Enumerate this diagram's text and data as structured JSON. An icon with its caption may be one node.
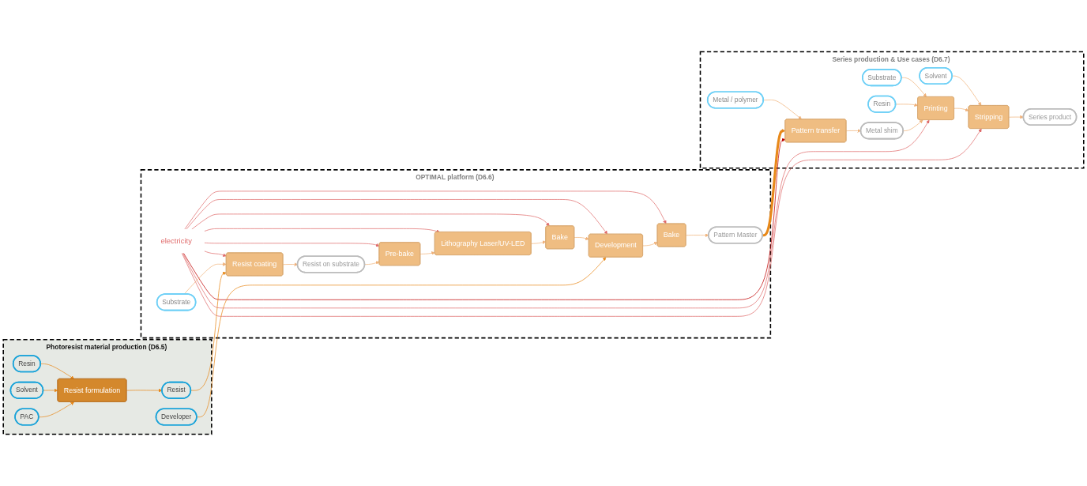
{
  "diagram": {
    "nodes": [
      {
        "text": [
          "Series production & Use cases (D6.7)"
        ]
      },
      {
        "text": [
          "Solvent"
        ],
        "in": 0
      },
      {
        "text": [
          "Substrate"
        ],
        "in": 0
      },
      {
        "text": [
          "Resin"
        ],
        "in": 0
      },
      {
        "text": [
          "Metal / polymer"
        ],
        "in": 0
      },
      {
        "text": [
          "Series product"
        ],
        "in": 0
      },
      {
        "text": [
          "Stripping"
        ],
        "in": 0
      },
      {
        "text": [
          "Printing"
        ],
        "in": 0
      },
      {
        "text": [
          "Metal shim"
        ],
        "in": 0
      },
      {
        "text": [
          "Pattern transfer"
        ],
        "in": 0
      },
      {
        "text": [
          "OPTIMAL platform (D6.6)"
        ]
      },
      {
        "text": [
          "electricity"
        ],
        "in": 10
      },
      {
        "text": [
          "Substrate"
        ],
        "in": 10
      },
      {
        "text": [
          "Resist coating"
        ],
        "in": 10
      },
      {
        "text": [
          "Resist on substrate"
        ],
        "in": 10
      },
      {
        "text": [
          "Pre-bake"
        ],
        "in": 10
      },
      {
        "text": [
          "Lithography Laser/UV-LED"
        ],
        "in": 10
      },
      {
        "text": [
          "Bake"
        ],
        "in": 10
      },
      {
        "text": [
          "Development"
        ],
        "in": 10
      },
      {
        "text": [
          "Bake"
        ],
        "in": 10
      },
      {
        "text": [
          "Pattern Master"
        ],
        "in": 10
      },
      {
        "text": [
          "Photoresist material production (D6.5)"
        ]
      },
      {
        "text": [
          "Resist"
        ],
        "in": 21
      },
      {
        "text": [
          "Resist formulation"
        ],
        "in": 21
      },
      {
        "text": [
          "Resin"
        ],
        "in": 21
      },
      {
        "text": [
          "Solvent"
        ],
        "in": 21
      },
      {
        "text": [
          "PAC"
        ],
        "in": 21
      },
      {
        "text": [
          "Developer"
        ],
        "in": 21
      }
    ],
    "edges": [
      {
        "from": 1,
        "to": 6,
        "arrow": "to"
      },
      {
        "from": 2,
        "to": 7,
        "arrow": "to"
      },
      {
        "from": 3,
        "to": 7,
        "arrow": "to"
      },
      {
        "from": 4,
        "to": 9,
        "arrow": "to"
      },
      {
        "from": 9,
        "to": 8,
        "arrow": "to"
      },
      {
        "from": 8,
        "to": 7,
        "arrow": "to"
      },
      {
        "from": 7,
        "to": 6,
        "arrow": "to"
      },
      {
        "from": 6,
        "to": 5,
        "arrow": "to"
      },
      {
        "from": 20,
        "to": 9,
        "arrow": "to",
        "style": "thick",
        "color": "#e8891a"
      },
      {
        "from": 11,
        "to": 13,
        "arrow": "to",
        "color": "#e06c6c"
      },
      {
        "from": 11,
        "to": 15,
        "arrow": "to",
        "color": "#e06c6c"
      },
      {
        "from": 11,
        "to": 16,
        "arrow": "to",
        "color": "#e06c6c"
      },
      {
        "from": 11,
        "to": 17,
        "arrow": "to",
        "color": "#e06c6c"
      },
      {
        "from": 11,
        "to": 18,
        "arrow": "to",
        "color": "#e06c6c"
      },
      {
        "from": 11,
        "to": 19,
        "arrow": "to",
        "color": "#e06c6c"
      },
      {
        "from": 11,
        "to": 6,
        "arrow": "to",
        "color": "#e06c6c"
      },
      {
        "from": 11,
        "to": 7,
        "arrow": "to",
        "color": "#e06c6c"
      },
      {
        "from": 11,
        "to": 9,
        "arrow": "to",
        "color": "#c00000"
      },
      {
        "from": 12,
        "to": 13,
        "arrow": "to"
      },
      {
        "from": 13,
        "to": 14,
        "arrow": "to"
      },
      {
        "from": 14,
        "to": 15,
        "arrow": "to"
      },
      {
        "from": 15,
        "to": 16,
        "arrow": "to"
      },
      {
        "from": 16,
        "to": 17,
        "arrow": "to"
      },
      {
        "from": 17,
        "to": 18,
        "arrow": "to"
      },
      {
        "from": 18,
        "to": 19,
        "arrow": "to"
      },
      {
        "from": 19,
        "to": 20,
        "arrow": "to"
      },
      {
        "from": 22,
        "to": 13,
        "arrow": "to",
        "color": "#e8891a"
      },
      {
        "from": 23,
        "to": 22,
        "arrow": "to",
        "color": "#e8891a"
      },
      {
        "from": 24,
        "to": 23,
        "arrow": "to",
        "color": "#e8891a"
      },
      {
        "from": 25,
        "to": 23,
        "arrow": "to",
        "color": "#e8891a"
      },
      {
        "from": 26,
        "to": 23,
        "arrow": "to",
        "color": "#e8891a"
      },
      {
        "from": 27,
        "to": 18,
        "arrow": "to",
        "color": "#e8891a"
      }
    ]
  }
}
